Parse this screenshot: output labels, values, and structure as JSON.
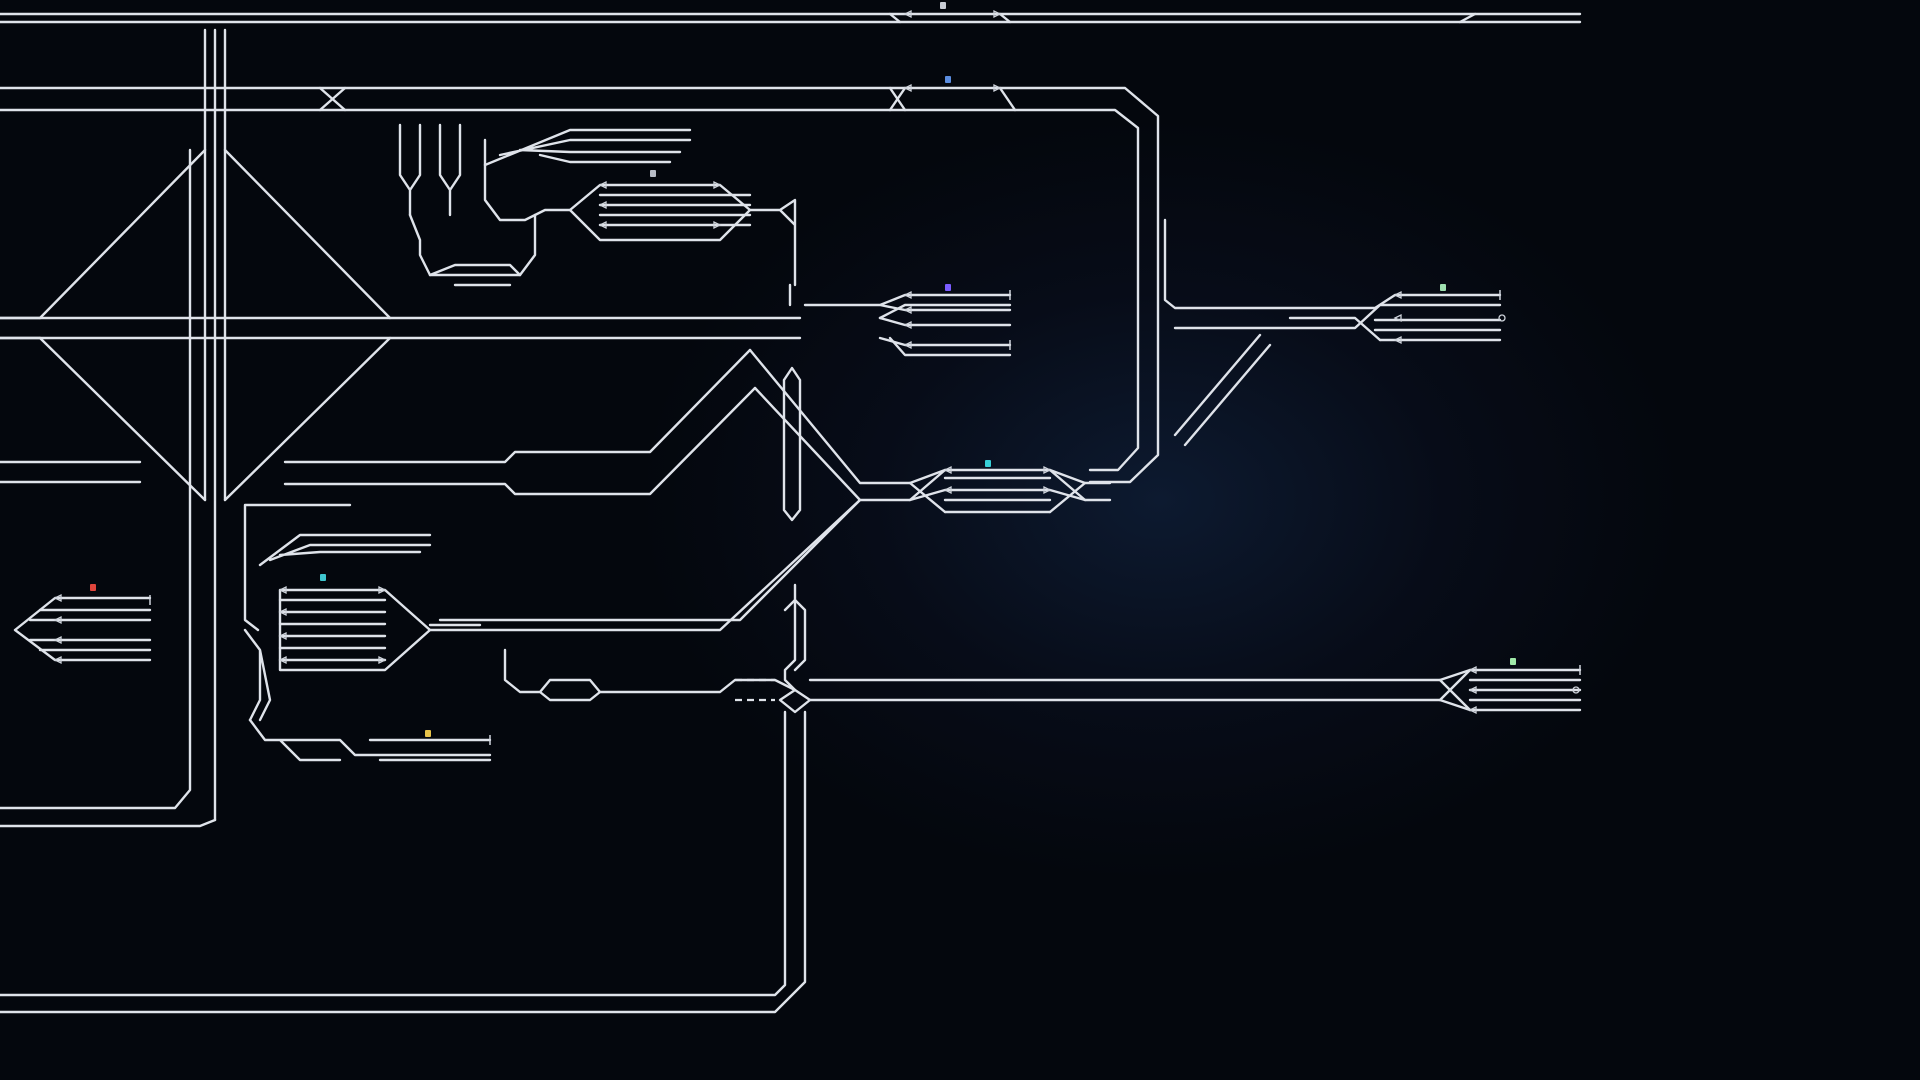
{
  "stations": [
    {
      "id": "top",
      "label": "",
      "color": "#c9ccd4"
    },
    {
      "id": "north",
      "label": "",
      "color": "#5b8ddf"
    },
    {
      "id": "upper-mid",
      "label": "",
      "color": "#b8bcc6"
    },
    {
      "id": "purple",
      "label": "",
      "color": "#7a5cff"
    },
    {
      "id": "east-green",
      "label": "",
      "color": "#9fe0b0"
    },
    {
      "id": "center-cyan",
      "label": "",
      "color": "#38d0d8"
    },
    {
      "id": "west-cyan",
      "label": "",
      "color": "#3fc6cf"
    },
    {
      "id": "west-red",
      "label": "",
      "color": "#e0453c"
    },
    {
      "id": "south-yellow",
      "label": "",
      "color": "#e8c34a"
    },
    {
      "id": "southeast-green",
      "label": "",
      "color": "#9fe8a8"
    }
  ],
  "colors": {
    "background": "#050810",
    "track": "#dfe3ea",
    "glow": "#0d1a30"
  }
}
